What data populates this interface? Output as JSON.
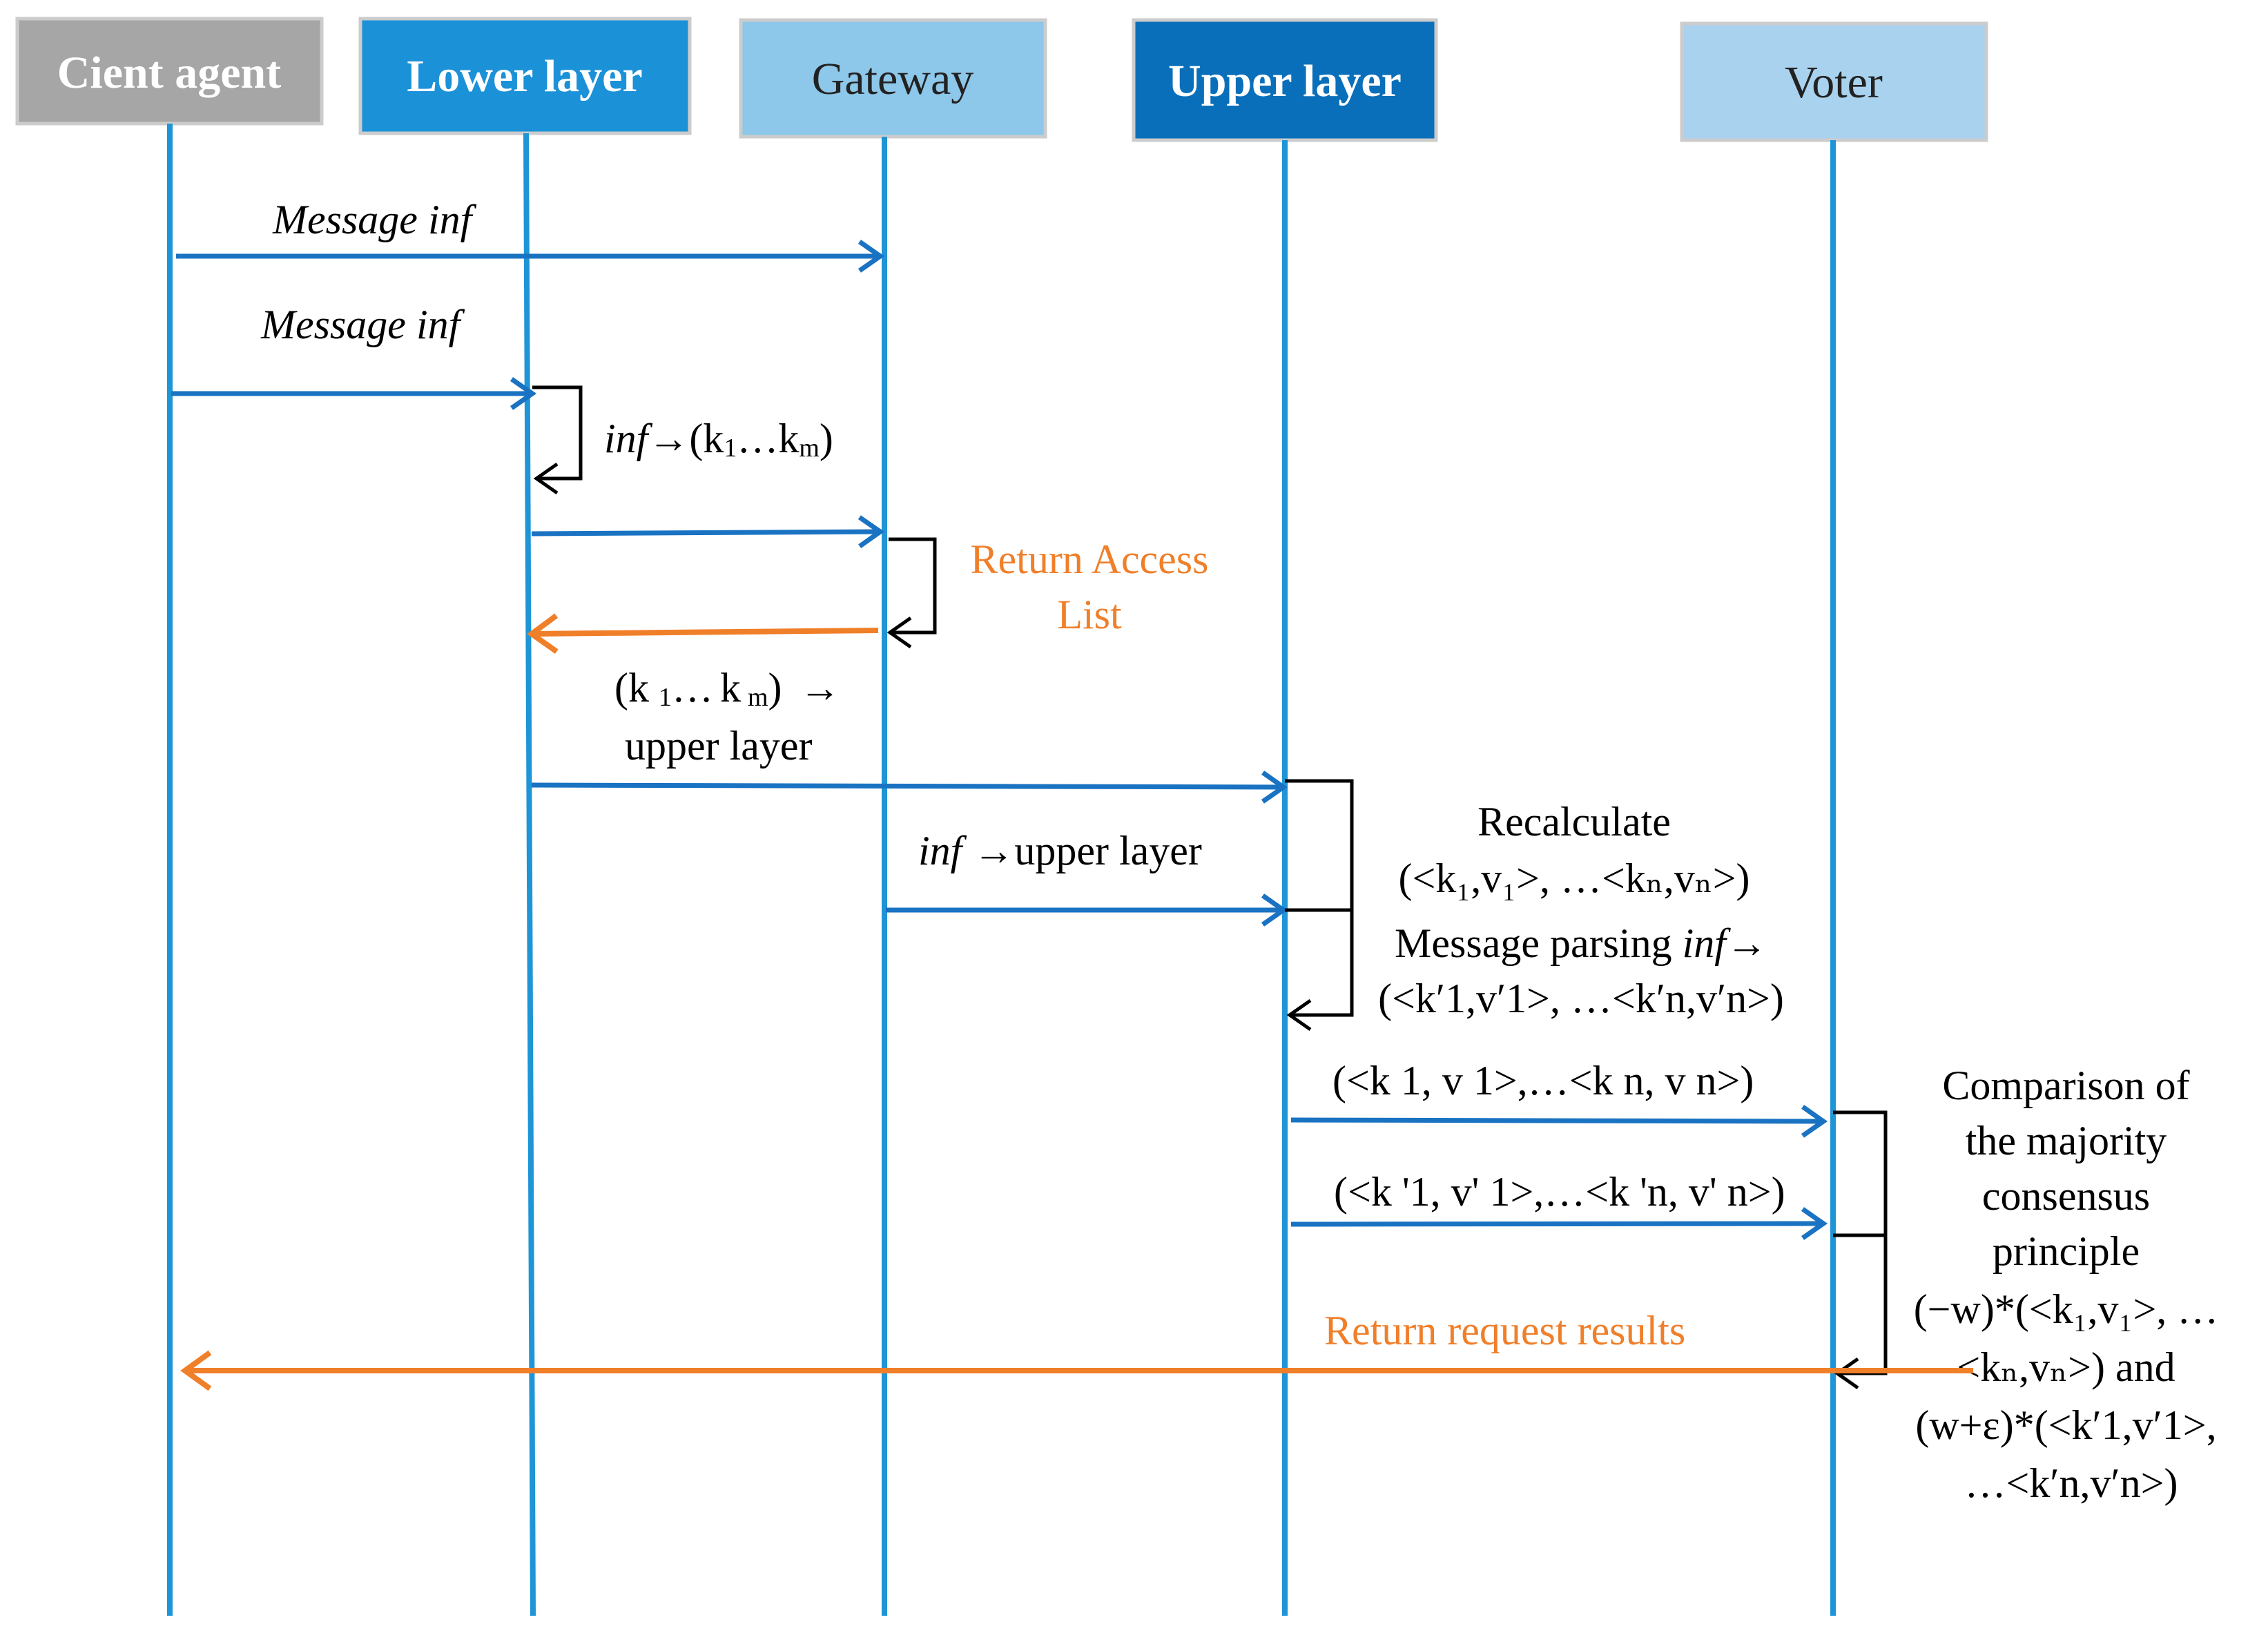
{
  "participants": [
    {
      "id": "client",
      "label": "Cient agent",
      "fill": "#a6a6a6",
      "border": "#cccccc",
      "text_color": "#ffffff",
      "bold": true
    },
    {
      "id": "lower",
      "label": "Lower layer",
      "fill": "#1b91d8",
      "border": "#cccccc",
      "text_color": "#ffffff",
      "bold": true
    },
    {
      "id": "gateway",
      "label": "Gateway",
      "fill": "#8dc7ea",
      "border": "#cccccc",
      "text_color": "#222222",
      "bold": false
    },
    {
      "id": "upper",
      "label": "Upper layer",
      "fill": "#0a6fba",
      "border": "#cccccc",
      "text_color": "#ffffff",
      "bold": true
    },
    {
      "id": "voter",
      "label": "Voter",
      "fill": "#a9d2ee",
      "border": "#cccccc",
      "text_color": "#222222",
      "bold": false
    }
  ],
  "messages": {
    "m1": {
      "label": "Message inf"
    },
    "m2": {
      "label": "Message inf"
    },
    "self1": {
      "arrow": "→",
      "k": "k",
      "sub1": "1",
      "dots": "…",
      "subm": "m"
    },
    "m3": {
      "line1_k": "k",
      "sub1": "1",
      "dots": "…",
      "subm": "m",
      "arrow": "→",
      "line2": "upper layer"
    },
    "access": {
      "line1": "Return Access",
      "line2": "List"
    },
    "m4": {
      "arrow": "→",
      "text": "upper layer"
    },
    "recalc": {
      "line1": "Recalculate",
      "line2": "(<k₁,v₁>, …<kₙ,vₙ>)"
    },
    "parse": {
      "line1": "Message parsing",
      "arrow": "→",
      "line2": "(<k′1,v′1>, …<k′n,v′n>)"
    },
    "m5": {
      "label": "(<k 1, v 1>,…<k n, v n>)"
    },
    "m6": {
      "label": "(<k '1, v' 1>,…<k 'n, v' n>)"
    },
    "comparison": {
      "lines": [
        "Comparison of",
        "the majority",
        "consensus",
        "principle",
        "(−w)*(<k₁,v₁>, …",
        "<kₙ,vₙ>) and",
        "(w+ε)*(<k′1,v′1>,",
        "…<k′n,v′n>)"
      ]
    },
    "result": {
      "label": "Return request results"
    }
  },
  "colors": {
    "lifeline": "#1e95d6",
    "message": "#1a73c2",
    "return": "#f07f2a",
    "self_call": "#000000"
  }
}
